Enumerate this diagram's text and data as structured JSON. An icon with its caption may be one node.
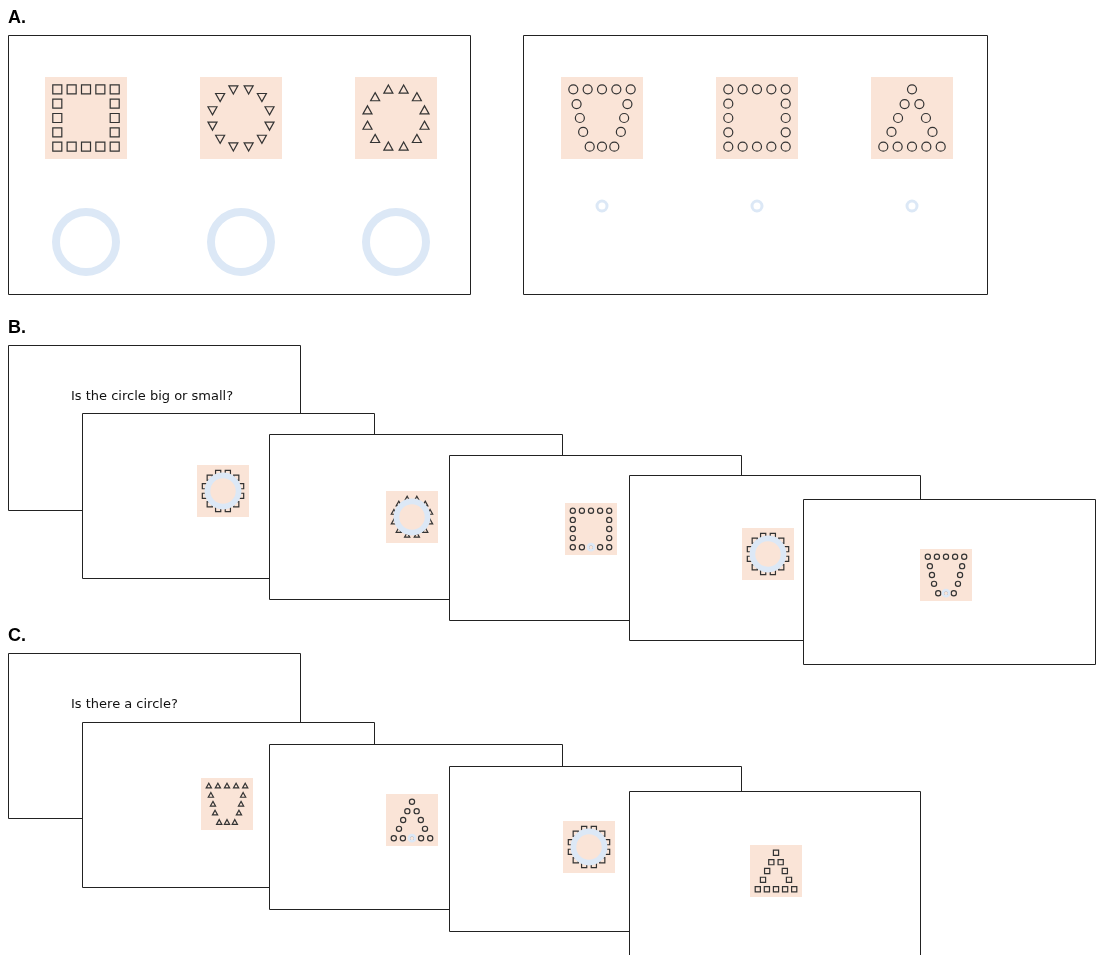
{
  "diagram": {
    "nodes": [
      {
        "text": [],
        "shape": "box"
      },
      {
        "text": [],
        "shape": "box"
      },
      {
        "text": [
          "Is the circle big or small?"
        ]
      },
      {
        "text": [],
        "shape": "box"
      },
      {
        "text": [],
        "shape": "box"
      },
      {
        "text": [],
        "shape": "box"
      },
      {
        "text": [],
        "shape": "box"
      },
      {
        "text": [],
        "shape": "box"
      },
      {
        "text": [
          "Is there a circle?"
        ]
      },
      {
        "text": [],
        "shape": "box"
      },
      {
        "text": [],
        "shape": "box"
      },
      {
        "text": [],
        "shape": "box"
      },
      {
        "text": [],
        "shape": "box"
      }
    ],
    "labels": [
      "A.",
      "B.",
      "C."
    ]
  }
}
